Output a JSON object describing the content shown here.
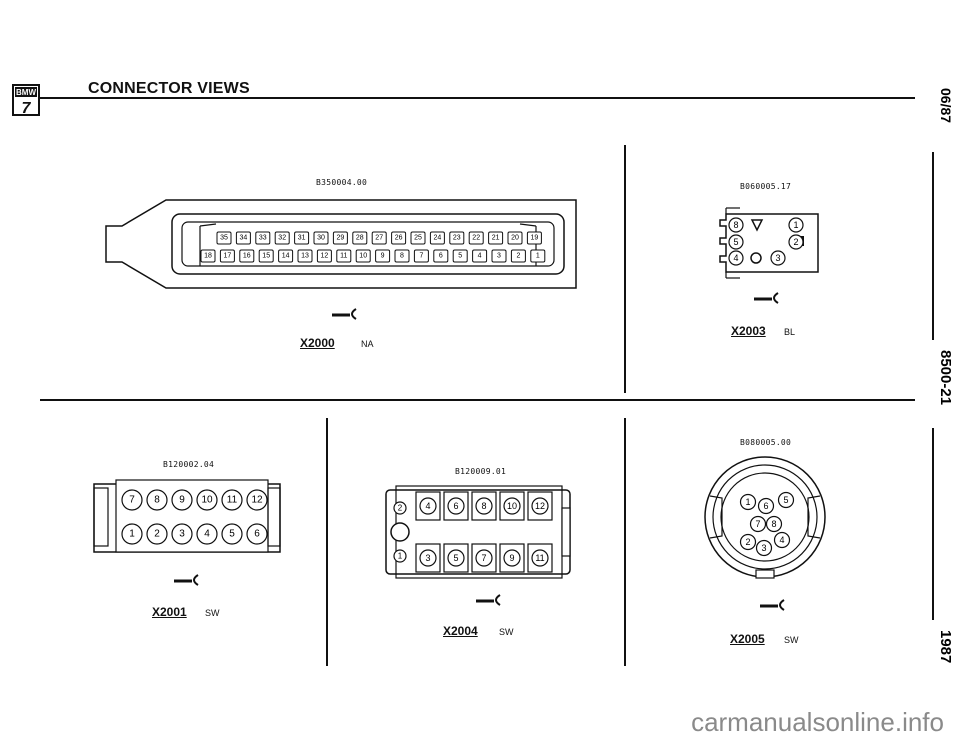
{
  "header": {
    "title": "CONNECTOR VIEWS",
    "logo_text": "BMW",
    "logo_number": "7"
  },
  "sidebar": {
    "date": "06/87",
    "section": "8500-21",
    "year": "1987"
  },
  "connectors": [
    {
      "code": "B350004.00",
      "label": "X2000",
      "color": "NA"
    },
    {
      "code": "B060005.17",
      "label": "X2003",
      "color": "BL"
    },
    {
      "code": "B120002.04",
      "label": "X2001",
      "color": "SW"
    },
    {
      "code": "B120009.01",
      "label": "X2004",
      "color": "SW"
    },
    {
      "code": "B080005.00",
      "label": "X2005",
      "color": "SW"
    }
  ],
  "pins": {
    "x2000_top": [
      "35",
      "34",
      "33",
      "32",
      "31",
      "30",
      "29",
      "28",
      "27",
      "26",
      "25",
      "24",
      "23",
      "22",
      "21",
      "20",
      "19"
    ],
    "x2000_bottom": [
      "18",
      "17",
      "16",
      "15",
      "14",
      "13",
      "12",
      "11",
      "10",
      "9",
      "8",
      "7",
      "6",
      "5",
      "4",
      "3",
      "2",
      "1"
    ],
    "x2003": [
      "8",
      "1",
      "5",
      "2",
      "4",
      "3"
    ],
    "x2001_top": [
      "7",
      "8",
      "9",
      "10",
      "11",
      "12"
    ],
    "x2001_bottom": [
      "1",
      "2",
      "3",
      "4",
      "5",
      "6"
    ],
    "x2004_top": [
      "4",
      "6",
      "8",
      "10",
      "12"
    ],
    "x2004_bottom": [
      "3",
      "5",
      "7",
      "9",
      "11"
    ],
    "x2004_side": [
      "2",
      "1"
    ],
    "x2005": [
      "1",
      "6",
      "5",
      "7",
      "8",
      "2",
      "3",
      "4"
    ]
  },
  "watermark": "carmanualsonline.info"
}
